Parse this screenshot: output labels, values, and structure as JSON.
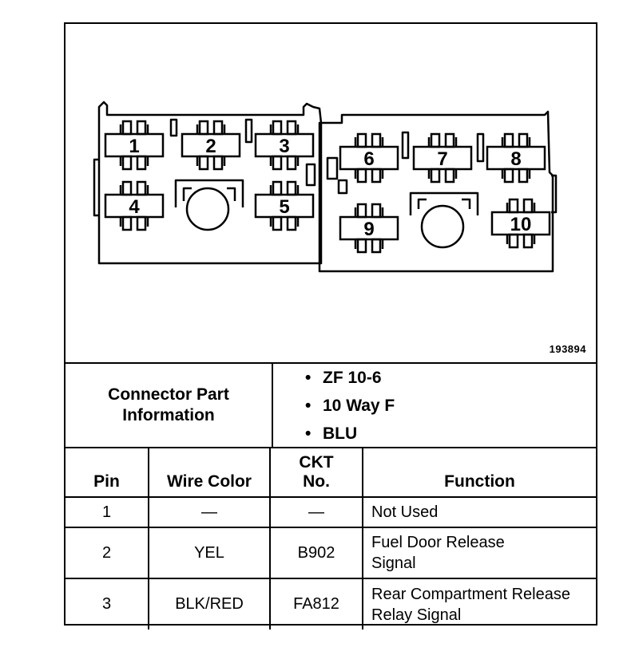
{
  "figure_number": "193894",
  "connector": {
    "pin_labels": [
      "1",
      "2",
      "3",
      "4",
      "5",
      "6",
      "7",
      "8",
      "9",
      "10"
    ]
  },
  "info": {
    "label": "Connector Part Information",
    "items": [
      "ZF 10-6",
      "10 Way F",
      "BLU"
    ]
  },
  "table": {
    "headers": {
      "pin": "Pin",
      "wire_color": "Wire Color",
      "ckt_no": "CKT No.",
      "function": "Function"
    },
    "rows": [
      {
        "pin": "1",
        "wire_color": "—",
        "ckt_no": "—",
        "function": "Not Used"
      },
      {
        "pin": "2",
        "wire_color": "YEL",
        "ckt_no": "B902",
        "function": "Fuel Door Release Signal"
      },
      {
        "pin": "3",
        "wire_color": "BLK/RED",
        "ckt_no": "FA812",
        "function": "Rear Compartment Release Relay Signal"
      }
    ]
  }
}
